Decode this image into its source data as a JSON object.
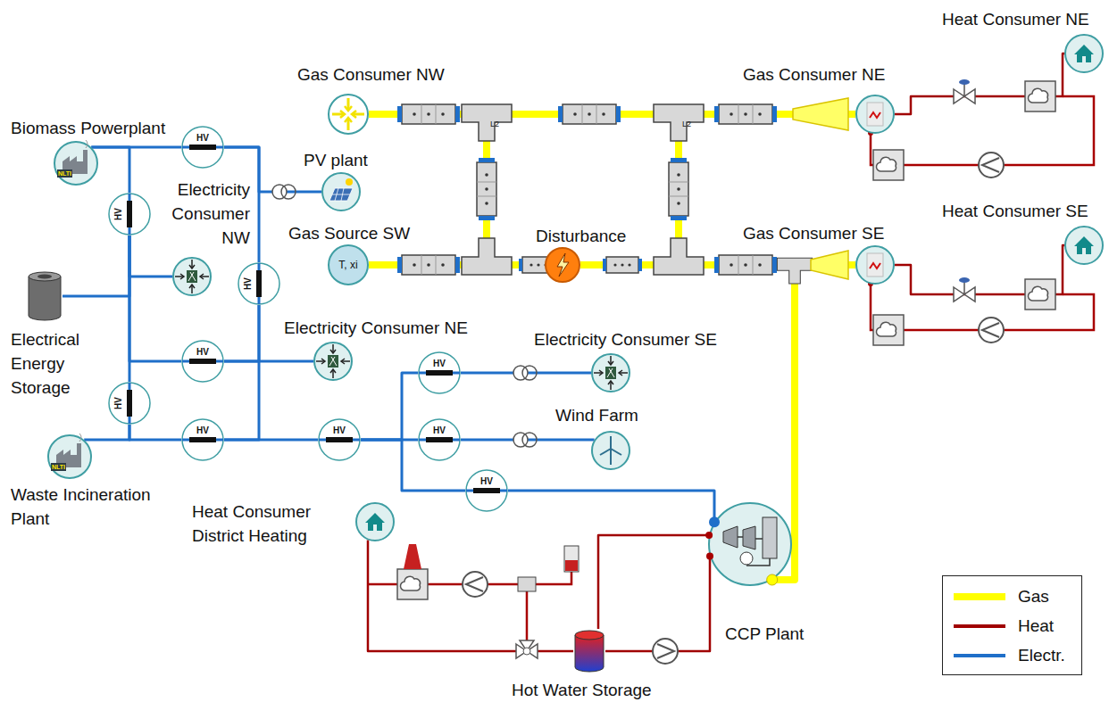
{
  "diagram": {
    "nodes": [
      {
        "text": [
          "Biomass Powerplant"
        ]
      },
      {
        "text": [
          "HV"
        ]
      },
      {
        "text": [
          "Gas Consumer NW"
        ]
      },
      {
        "text": [
          "Gas Consumer NE"
        ]
      },
      {
        "text": [
          "Heat Consumer NE"
        ]
      },
      {
        "text": [
          "PV plant"
        ]
      },
      {
        "text": [
          "HV"
        ]
      },
      {
        "text": [
          "Electricity Consumer NW"
        ]
      },
      {
        "text": [
          "HV"
        ]
      },
      {
        "text": [
          "Gas Source SW",
          "T, xi"
        ]
      },
      {
        "text": [
          "Disturbance"
        ]
      },
      {
        "text": [
          "Gas Consumer SE"
        ]
      },
      {
        "text": [
          "Heat Consumer SE"
        ]
      },
      {
        "text": [
          "Electrical Energy Storage"
        ]
      },
      {
        "text": [
          "Electricity Consumer NE"
        ]
      },
      {
        "text": [
          "HV"
        ]
      },
      {
        "text": [
          "HV"
        ]
      },
      {
        "text": [
          "Electricity Consumer SE"
        ]
      },
      {
        "text": [
          "HV"
        ]
      },
      {
        "text": [
          "HV"
        ]
      },
      {
        "text": [
          "HV"
        ]
      },
      {
        "text": [
          "HV"
        ]
      },
      {
        "text": [
          "Wind Farm"
        ]
      },
      {
        "text": [
          "Waste Incineration Plant"
        ]
      },
      {
        "text": [
          "HV"
        ]
      },
      {
        "text": [
          "Heat Consumer District Heating"
        ]
      },
      {
        "text": [
          "CCP Plant"
        ]
      },
      {
        "text": [
          "Hot Water Storage"
        ]
      }
    ],
    "edges": [
      {
        "from": 0,
        "to": 1,
        "arrow": "none"
      },
      {
        "from": 0,
        "to": 6,
        "arrow": "none"
      },
      {
        "from": 1,
        "to": 5,
        "arrow": "none"
      },
      {
        "from": 1,
        "to": 8,
        "arrow": "none"
      },
      {
        "from": 6,
        "to": 7,
        "arrow": "none"
      },
      {
        "from": 6,
        "to": 13,
        "arrow": "none"
      },
      {
        "from": 6,
        "to": 15,
        "arrow": "none"
      },
      {
        "from": 6,
        "to": 18,
        "arrow": "none"
      },
      {
        "from": 15,
        "to": 8,
        "arrow": "none"
      },
      {
        "from": 15,
        "to": 14,
        "arrow": "none"
      },
      {
        "from": 18,
        "to": 23,
        "arrow": "none"
      },
      {
        "from": 18,
        "to": 19,
        "arrow": "none"
      },
      {
        "from": 19,
        "to": 8,
        "arrow": "none"
      },
      {
        "from": 19,
        "to": 20,
        "arrow": "none"
      },
      {
        "from": 20,
        "to": 16,
        "arrow": "none"
      },
      {
        "from": 20,
        "to": 21,
        "arrow": "none"
      },
      {
        "from": 20,
        "to": 24,
        "arrow": "none"
      },
      {
        "from": 16,
        "to": 17,
        "arrow": "none"
      },
      {
        "from": 21,
        "to": 22,
        "arrow": "none"
      },
      {
        "from": 24,
        "to": 26,
        "arrow": "none"
      },
      {
        "from": 9,
        "to": 2,
        "arrow": "none"
      },
      {
        "from": 9,
        "to": 10,
        "arrow": "none"
      },
      {
        "from": 10,
        "to": 11,
        "arrow": "none"
      },
      {
        "from": 10,
        "to": 3,
        "arrow": "none"
      },
      {
        "from": 2,
        "to": 3,
        "arrow": "none"
      },
      {
        "from": 10,
        "to": 26,
        "arrow": "none"
      },
      {
        "from": 3,
        "to": 4,
        "arrow": "none"
      },
      {
        "from": 11,
        "to": 12,
        "arrow": "none"
      },
      {
        "from": 26,
        "to": 27,
        "arrow": "none"
      },
      {
        "from": 27,
        "to": 26,
        "arrow": "none"
      },
      {
        "from": 27,
        "to": 25,
        "arrow": "none"
      }
    ],
    "labels": [
      "L2",
      "L2",
      "NLTI",
      "NLTI"
    ],
    "legend": [
      {
        "text": "Gas",
        "color": "#ffff00"
      },
      {
        "text": "Heat",
        "color": "#a00000"
      },
      {
        "text": "Electr.",
        "color": "#1f6fc9"
      }
    ]
  }
}
